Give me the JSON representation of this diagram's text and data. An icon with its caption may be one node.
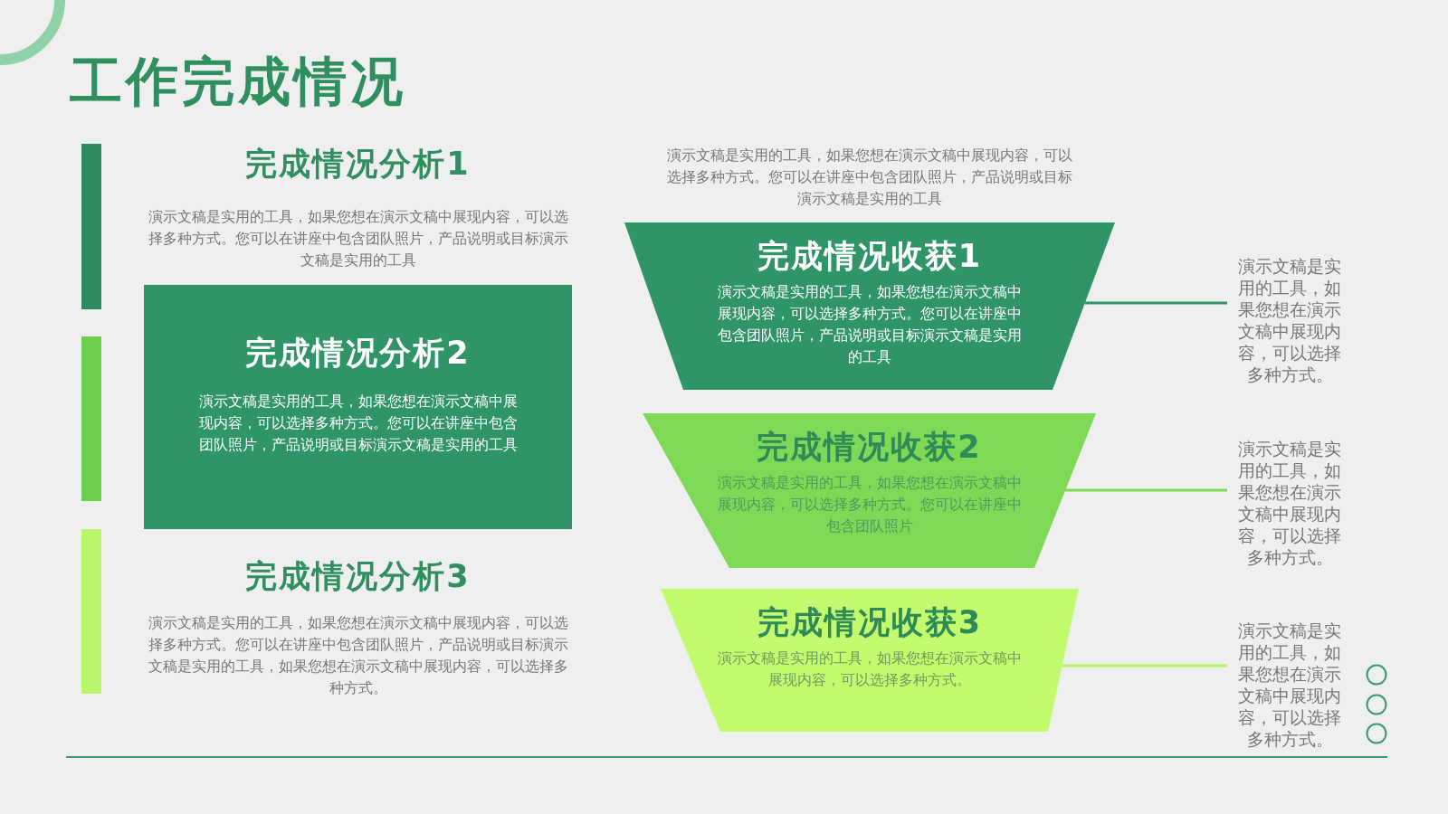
{
  "diagram": {
    "title": "工作完成情况",
    "nodes": [
      {
        "text": [
          "完成情况分析2",
          "演示文稿是实用的工具，如果您想在演示文稿中展现内容，可以选择多种方式。您可以在讲座中包含团队照片，产品说明或目标演示文稿是实用的工具"
        ]
      },
      {
        "text": [
          "完成情况收获1",
          "演示文稿是实用的工具，如果您想在演示文稿中展现内容，可以选择多种方式。您可以在讲座中包含团队照片，产品说明或目标演示文稿是实用的工具"
        ]
      },
      {
        "text": [
          "完成情况收获2",
          "演示文稿是实用的工具，如果您想在演示文稿中展现内容，可以选择多种方式。您可以在讲座中包含团队照片"
        ]
      },
      {
        "text": [
          "完成情况收获3",
          "演示文稿是实用的工具，如果您想在演示文稿中展现内容，可以选择多种方式。"
        ]
      },
      {
        "text": [
          "演示文稿是实用的工具，如果您想在演示文稿中展现内容，可以选择多种方式。"
        ]
      },
      {
        "text": [
          "演示文稿是实用的工具，如果您想在演示文稿中展现内容，可以选择多种方式。"
        ]
      },
      {
        "text": [
          "演示文稿是实用的工具，如果您想在演示文稿中展现内容，可以选择多种方式。"
        ]
      },
      {
        "text": [],
        "shape": "bar"
      },
      {
        "text": [],
        "shape": "bar"
      },
      {
        "text": [],
        "shape": "bar"
      }
    ],
    "edges": [
      {
        "from": 1,
        "to": 4,
        "arrow": "none",
        "color": "#2f9466"
      },
      {
        "from": 2,
        "to": 5,
        "arrow": "none",
        "color": "#7ed957"
      },
      {
        "from": 3,
        "to": 6,
        "arrow": "none",
        "color": "#b6f56a"
      }
    ],
    "labels": [
      "完成情况分析1",
      "演示文稿是实用的工具，如果您想在演示文稿中展现内容，可以选择多种方式。您可以在讲座中包含团队照片，产品说明或目标演示文稿是实用的工具",
      "完成情况分析3",
      "演示文稿是实用的工具，如果您想在演示文稿中展现内容，可以选择多种方式。您可以在讲座中包含团队照片，产品说明或目标演示文稿是实用的工具，如果您想在演示文稿中展现内容，可以选择多种方式。",
      "演示文稿是实用的工具，如果您想在演示文稿中展现内容，可以选择多种方式。您可以在讲座中包含团队照片，产品说明或目标演示文稿是实用的工具"
    ]
  }
}
